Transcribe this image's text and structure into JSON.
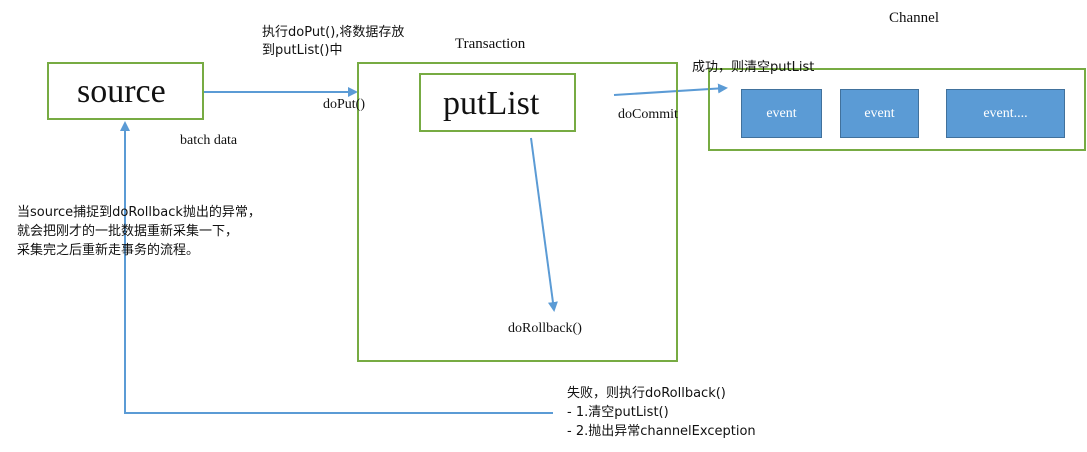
{
  "nodes": {
    "source": "source",
    "transaction": "Transaction",
    "put_list": "putList",
    "channel": "Channel",
    "events": [
      "event",
      "event",
      "event...."
    ]
  },
  "edge_labels": {
    "do_put": "doPut()",
    "batch_data": "batch data",
    "do_commit": "doCommit",
    "do_rollback": "doRollback()"
  },
  "annotations": {
    "put_note": [
      "执行doPut(),将数据存放",
      "到putList()中"
    ],
    "success_note": "成功，则清空putList",
    "retry_note": [
      "当source捕捉到doRollback抛出的异常，",
      "就会把刚才的一批数据重新采集一下，",
      "采集完之后重新走事务的流程。"
    ],
    "failure_note": [
      "失败，则执行doRollback()",
      "- 1.清空putList()",
      "- 2.抛出异常channelException"
    ]
  },
  "colors": {
    "box_border": "#77ab43",
    "arrow": "#5b9bd5",
    "event_fill": "#5b9bd5"
  }
}
